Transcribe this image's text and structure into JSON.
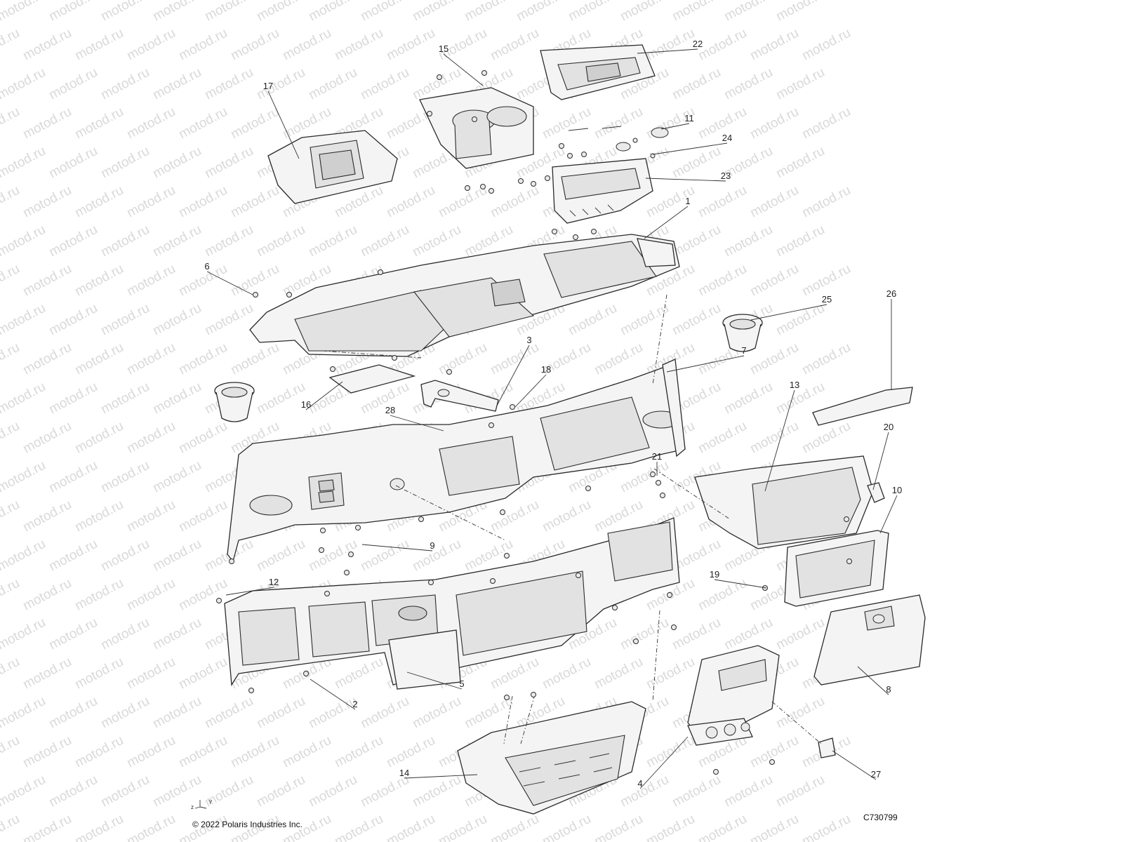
{
  "watermark": {
    "text": "motod.ru"
  },
  "copyright": "© 2022 Polaris Industries Inc.",
  "drawing_code": "C730799",
  "axis_labels": {
    "z": "z",
    "y": "Y"
  },
  "colors": {
    "line": "#2a2a2a",
    "part_fill": "#f4f4f4",
    "watermark": "#d9d9d9"
  },
  "callouts": [
    {
      "id": "1",
      "label": "1"
    },
    {
      "id": "2",
      "label": "2"
    },
    {
      "id": "3",
      "label": "3"
    },
    {
      "id": "4",
      "label": "4"
    },
    {
      "id": "5",
      "label": "5"
    },
    {
      "id": "6",
      "label": "6"
    },
    {
      "id": "7",
      "label": "7"
    },
    {
      "id": "8",
      "label": "8"
    },
    {
      "id": "9",
      "label": "9"
    },
    {
      "id": "10",
      "label": "10"
    },
    {
      "id": "11",
      "label": "11"
    },
    {
      "id": "12",
      "label": "12"
    },
    {
      "id": "13",
      "label": "13"
    },
    {
      "id": "14",
      "label": "14"
    },
    {
      "id": "15",
      "label": "15"
    },
    {
      "id": "16",
      "label": "16"
    },
    {
      "id": "17",
      "label": "17"
    },
    {
      "id": "18",
      "label": "18"
    },
    {
      "id": "19",
      "label": "19"
    },
    {
      "id": "20",
      "label": "20"
    },
    {
      "id": "21",
      "label": "21"
    },
    {
      "id": "22",
      "label": "22"
    },
    {
      "id": "23",
      "label": "23"
    },
    {
      "id": "24",
      "label": "24"
    },
    {
      "id": "25",
      "label": "25"
    },
    {
      "id": "26",
      "label": "26"
    },
    {
      "id": "27",
      "label": "27"
    },
    {
      "id": "28",
      "label": "28"
    }
  ]
}
